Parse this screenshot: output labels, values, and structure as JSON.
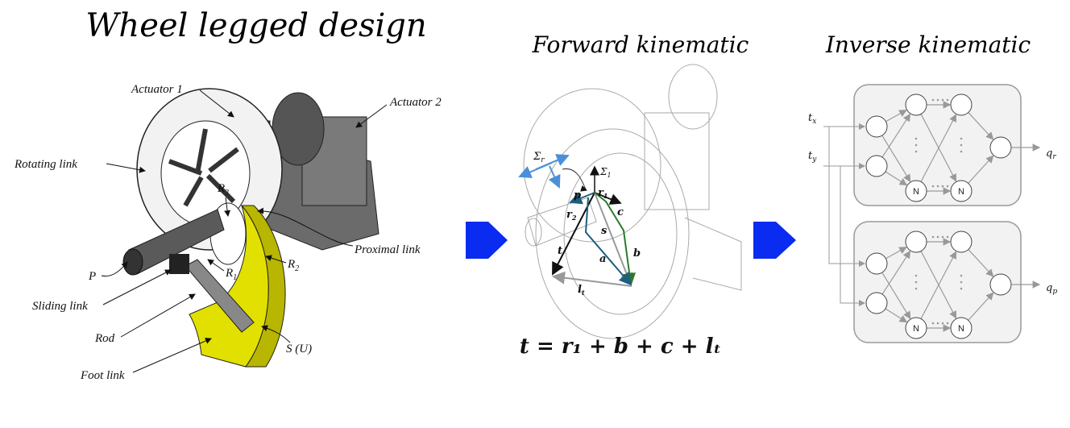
{
  "sections": {
    "design": {
      "title": "Wheel legged design",
      "labels": {
        "actuator1": "Actuator 1",
        "actuator2": "Actuator 2",
        "rotating_link": "Rotating link",
        "r3": "R",
        "r3_sub": "3",
        "proximal_link": "Proximal link",
        "r2": "R",
        "r2_sub": "2",
        "r1": "R",
        "r1_sub": "1",
        "p": "P",
        "sliding_link": "Sliding link",
        "rod": "Rod",
        "s_u": "S (U)",
        "foot_link": "Foot link"
      }
    },
    "forward": {
      "title": "Forward kinematic",
      "vectors": {
        "sigma_r": "Σ",
        "sigma_r_sub": "r",
        "sigma_1": "Σ",
        "sigma_1_sub": "1",
        "p": "p",
        "r1": "r",
        "r1_sub": "1",
        "r2": "r",
        "r2_sub": "2",
        "c": "c",
        "s": "s",
        "t": "t",
        "a": "a",
        "b": "b",
        "lt": "l",
        "lt_sub": "t"
      },
      "equation": "t = r₁ + b + c + lₜ"
    },
    "inverse": {
      "title": "Inverse kinematic",
      "inputs": [
        "t",
        "t"
      ],
      "input_subs": [
        "x",
        "y"
      ],
      "outputs": [
        "q",
        "q"
      ],
      "output_subs": [
        "r",
        "p"
      ],
      "node_label": "N"
    }
  },
  "colors": {
    "arrow": "#0a2bf0",
    "foot": "#e2e000",
    "vec_blue": "#1d5f80",
    "vec_green": "#2a7a2a",
    "vec_gray": "#999999",
    "frame_blue": "#4a90d9"
  }
}
